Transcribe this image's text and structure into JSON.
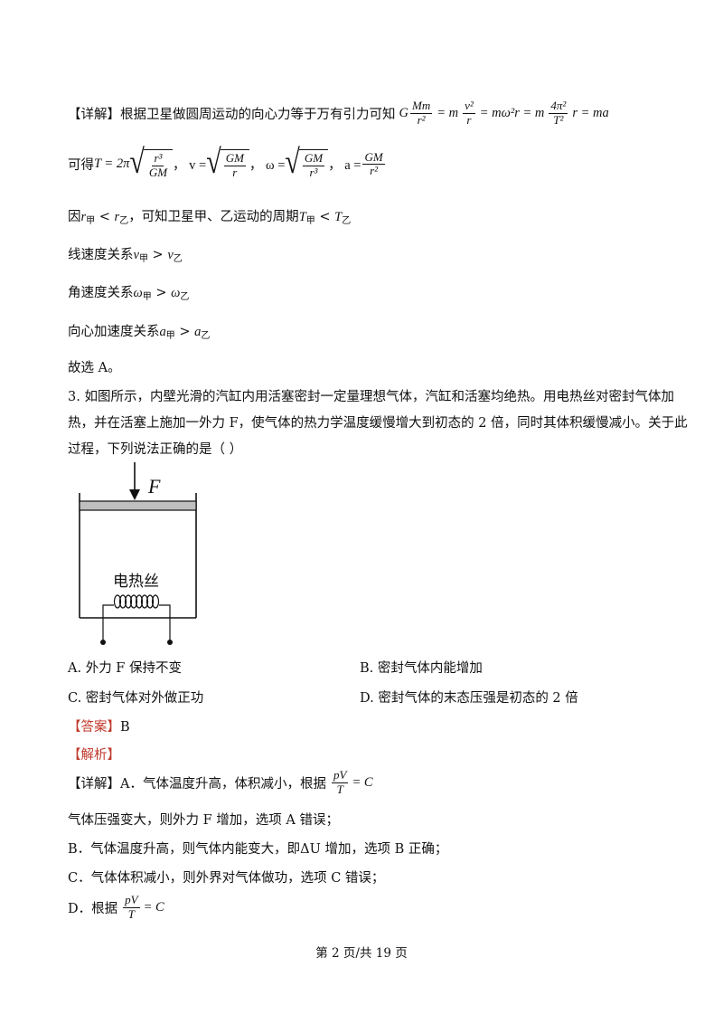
{
  "p1": {
    "bracket": "【详解】",
    "text": "根据卫星做圆周运动的向心力等于万有引力可知",
    "formula": {
      "G": "G",
      "Mm": "Mm",
      "r2": "r²",
      "eq1": "= m",
      "v2": "v²",
      "r": "r",
      "rest1": "= mω²r = m",
      "fourpi2": "4π²",
      "T2": "T²",
      "rest2": "r = ma"
    }
  },
  "p2": {
    "lead": "可得",
    "T_eq": "T = 2π",
    "r3": "r³",
    "GM": "GM",
    "v_eq": "，  v =",
    "GM2": "GM",
    "r_den": "r",
    "w_eq": "，  ω =",
    "GM3": "GM",
    "r3b": "r³",
    "a_eq": "，  a =",
    "GM4": "GM",
    "r2b": "r²"
  },
  "p3": {
    "lead": "因",
    "r1": "r",
    "s1": "甲",
    "lt": " < ",
    "r2": "r",
    "s2": "乙",
    "mid": "，可知卫星甲、乙运动的周期",
    "T1": "T",
    "s3": "甲",
    "lt2": " < ",
    "T2": "T",
    "s4": "乙"
  },
  "p4": {
    "lead": "线速度关系",
    "v1": "v",
    "s1": "甲",
    "gt": " > ",
    "v2": "v",
    "s2": "乙"
  },
  "p5": {
    "lead": "角速度关系",
    "w1": "ω",
    "s1": "甲",
    "gt": " > ",
    "w2": "ω",
    "s2": "乙"
  },
  "p6": {
    "lead": "向心加速度关系",
    "a1": "a",
    "s1": "甲",
    "gt": " > ",
    "a2": "a",
    "s2": "乙"
  },
  "p7": "故选 A。",
  "q3": {
    "line1": "3. 如图所示，内壁光滑的汽缸内用活塞密封一定量理想气体，汽缸和活塞均绝热。用电热丝对密封气体加",
    "line2": "热，并在活塞上施加一外力 F，使气体的热力学温度缓慢增大到初态的 2 倍，同时其体积缓慢减小。关于此",
    "line3": "过程，下列说法正确的是（       ）"
  },
  "figure": {
    "force_label": "F",
    "heater_label": "电热丝"
  },
  "options": {
    "A": "A.  外力 F 保持不变",
    "B": "B.  密封气体内能增加",
    "C": "C.  密封气体对外做正功",
    "D": "D.  密封气体的末态压强是初态的 2 倍"
  },
  "answer": {
    "bracket": "【答案】",
    "value": "B"
  },
  "analysis": "【解析】",
  "detail": {
    "l1_lead": "【详解】A．气体温度升高，体积减小，根据",
    "pV": "pV",
    "T": "T",
    "eqC": "= C",
    "l2": "气体压强变大，则外力 F 增加，选项 A 错误；",
    "l3": "B．气体温度升高，则气体内能变大，即ΔU 增加，选项 B 正确；",
    "l4": "C．气体体积减小，则外界对气体做功，选项 C 错误；",
    "l5_lead": "D．根据",
    "pV2": "pV",
    "T2": "T",
    "eqC2": "= C"
  },
  "footer": "第 2 页/共 19 页"
}
